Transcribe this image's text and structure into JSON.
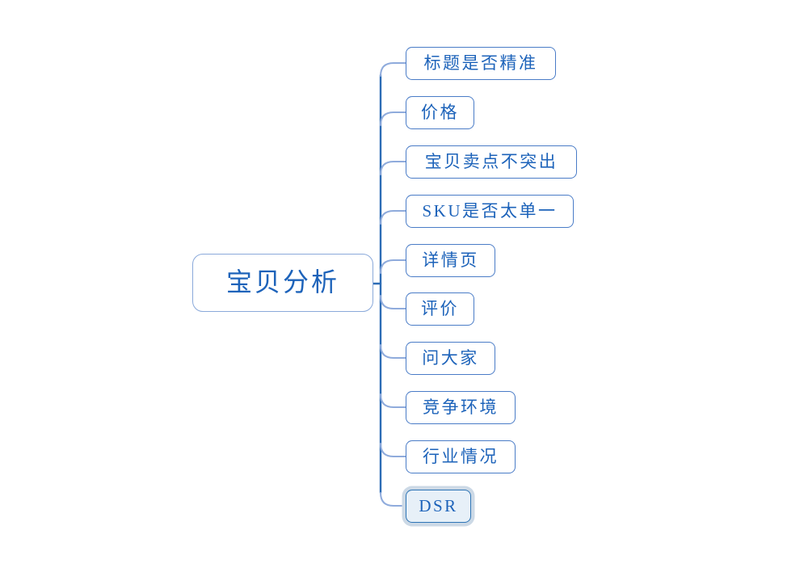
{
  "colors": {
    "background": "#ffffff",
    "root-border": "#8aa9da",
    "child-border": "#4a7cc7",
    "topic-text": "#1d63ba",
    "line-light": "#8fabdc",
    "line-dark": "#2d6cb5",
    "selected-fill": "#e7f0f8",
    "selected-halo": "#ccd9e6",
    "selected-border": "#2e75b6"
  },
  "mindmap": {
    "root": {
      "label": "宝贝分析"
    },
    "children": [
      {
        "label": "标题是否精准",
        "selected": false
      },
      {
        "label": "价格",
        "selected": false
      },
      {
        "label": "宝贝卖点不突出",
        "selected": false
      },
      {
        "label": "SKU是否太单一",
        "selected": false
      },
      {
        "label": "详情页",
        "selected": false
      },
      {
        "label": "评价",
        "selected": false
      },
      {
        "label": "问大家",
        "selected": false
      },
      {
        "label": "竞争环境",
        "selected": false
      },
      {
        "label": "行业情况",
        "selected": false
      },
      {
        "label": "DSR",
        "selected": true
      }
    ]
  }
}
